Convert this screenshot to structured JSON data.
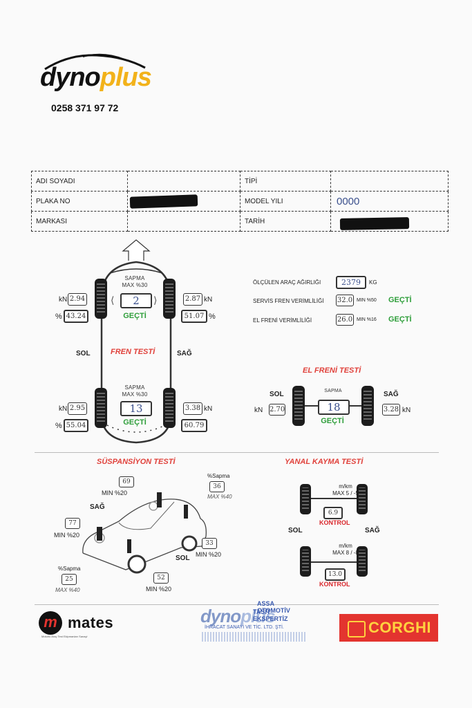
{
  "header": {
    "brand_prefix": "dyno",
    "brand_suffix": "plus",
    "phone": "0258 371 97 72"
  },
  "info_table": {
    "name_label": "ADI SOYADI",
    "type_label": "TİPİ",
    "plate_label": "PLAKA NO",
    "model_year_label": "MODEL YILI",
    "model_year_value": "0000",
    "brand_label": "MARKASI",
    "date_label": "TARİH"
  },
  "brake_test": {
    "title": "FREN TESTİ",
    "left_label": "SOL",
    "right_label": "SAĞ",
    "front": {
      "deviation_label": "SAPMA",
      "deviation_max": "MAX %30",
      "deviation": "2",
      "result": "GEÇTİ",
      "left_kn": "2.94",
      "left_pct": "43.24",
      "right_kn": "2.87",
      "right_pct": "51.07"
    },
    "rear": {
      "deviation_label": "SAPMA",
      "deviation_max": "MAX %30",
      "deviation": "13",
      "result": "GEÇTİ",
      "left_kn": "2.95",
      "left_pct": "55.04",
      "right_kn": "3.38",
      "right_pct": "60.79"
    },
    "kn_unit": "kN",
    "pct_unit": "%"
  },
  "summary": {
    "weight_label": "ÖLÇÜLEN ARAÇ AĞIRLIĞI",
    "weight": "2379",
    "weight_unit": "KG",
    "service_label": "SERVİS FREN VERİMLİLİĞİ",
    "service_value": "32.0",
    "service_min": "MIN %50",
    "service_result": "GEÇTİ",
    "hand_label": "EL FRENİ VERİMLİLİĞİ",
    "hand_value": "26.0",
    "hand_min": "MIN %16",
    "hand_result": "GEÇTİ"
  },
  "hand_brake": {
    "title": "EL FRENİ TESTİ",
    "left_label": "SOL",
    "right_label": "SAĞ",
    "left_kn": "2.70",
    "right_kn": "3.28",
    "kn_unit": "kN",
    "deviation_label": "SAPMA",
    "deviation": "18",
    "result": "GEÇTİ"
  },
  "suspension": {
    "title": "SÜSPANSİYON TESTİ",
    "right_label": "SAĞ",
    "left_label": "SOL",
    "fr": "69",
    "fr_min": "MIN %20",
    "fr_sapma_label": "%Sapma",
    "fr_sapma": "36",
    "fr_sapma_max": "MAX %40",
    "fl": "77",
    "fl_min": "MIN %20",
    "rl": "33",
    "rl_min": "MIN %20",
    "rr": "52",
    "rr_min": "MIN %20",
    "r_sapma_label": "%Sapma",
    "r_sapma": "25",
    "r_sapma_max": "MAX %40"
  },
  "side_slip": {
    "title": "YANAL KAYMA TESTİ",
    "left_label": "SOL",
    "right_label": "SAĞ",
    "front_unit": "m/km",
    "front_max": "MAX 5 / -5",
    "front_value": "6.9",
    "front_result": "KONTROL",
    "rear_unit": "m/km",
    "rear_max": "MAX 8 / -8",
    "rear_value": "13.0",
    "rear_result": "KONTROL"
  },
  "footer": {
    "mates": "mates",
    "mates_sub": "Motorlu Araç Test Ekipmanları Sanayi",
    "stamp_top": "ASSA OTOMOTİV",
    "stamp_mid": "TASİT EKSPERTİZ",
    "stamp_line": "İHRACAT SANAYİ VE TİC. LTD. ŞTİ.",
    "corghi": "CORGHI"
  },
  "colors": {
    "accent_yellow": "#f2b21a",
    "pass_green": "#2e9e3a",
    "title_red": "#e0413b",
    "corghi_red": "#e3342f"
  }
}
